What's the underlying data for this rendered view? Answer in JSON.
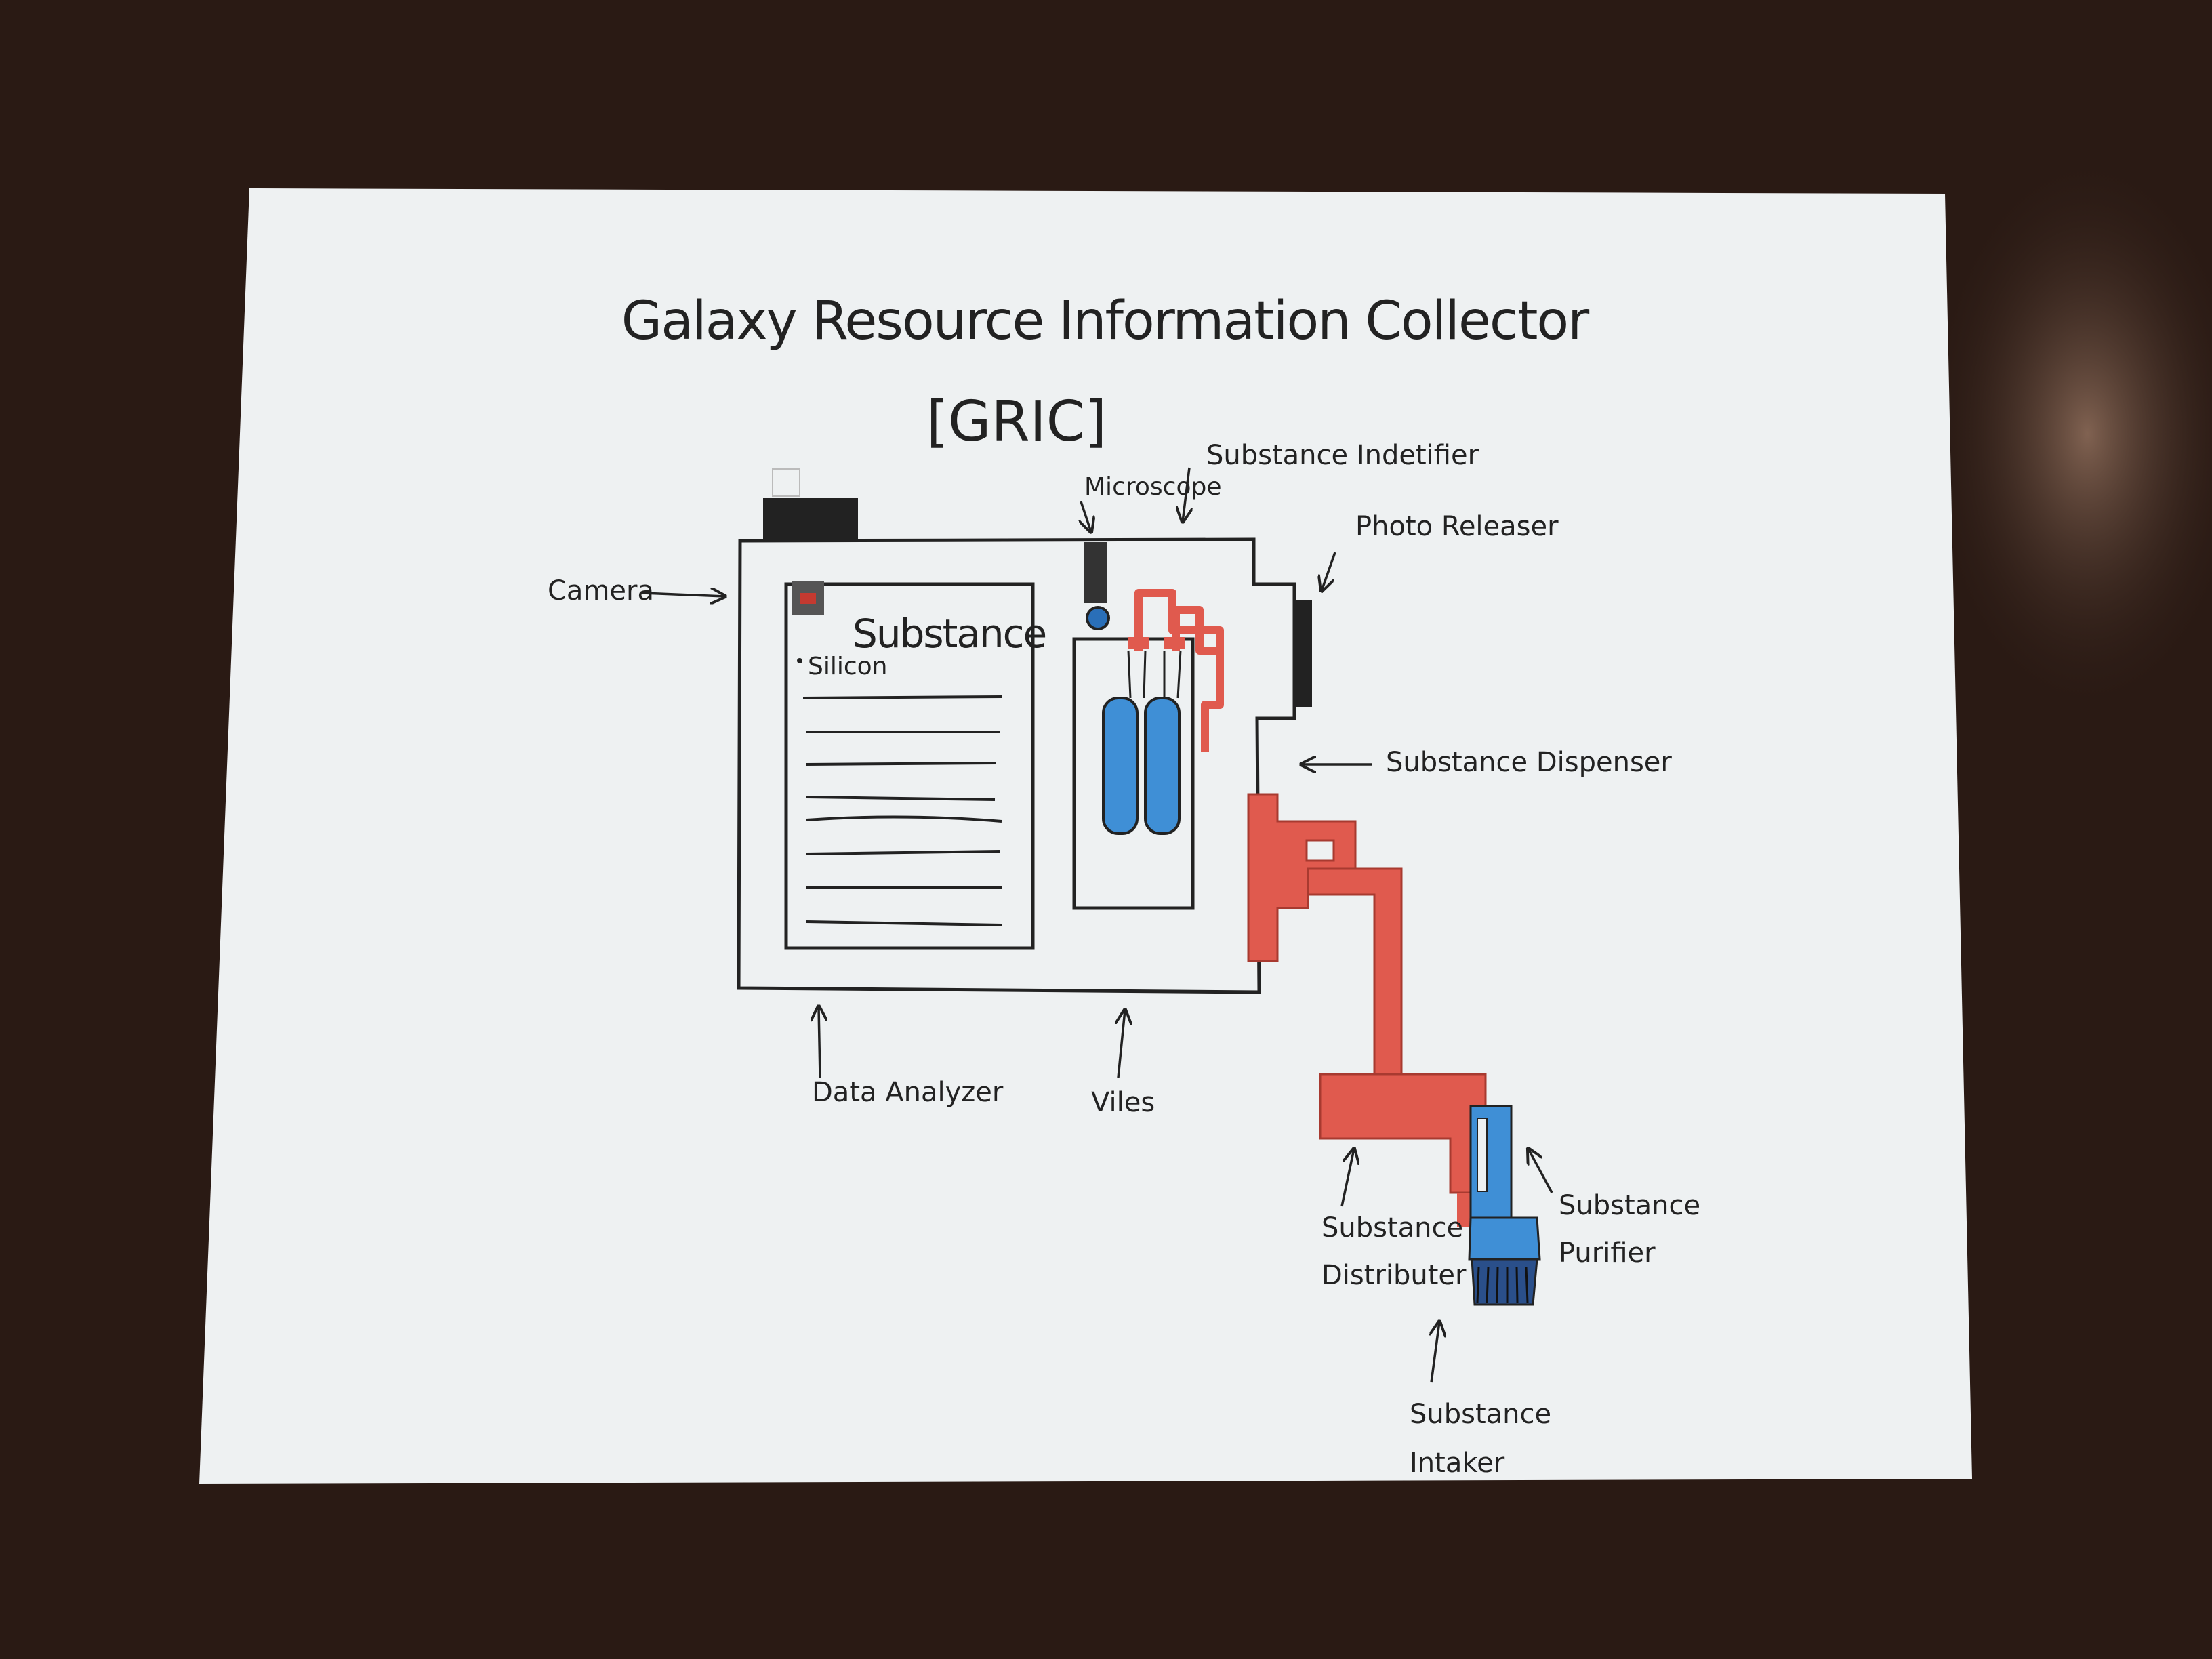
{
  "title": "Galaxy Resource Information Collector",
  "subtitle": "[GRIC]",
  "screen": {
    "heading": "Substance",
    "item": "Silicon"
  },
  "labels": {
    "camera": "Camera",
    "microscope": "Microscope",
    "substance_identifier": "Substance Indetifier",
    "photo_releaser": "Photo Releaser",
    "substance_dispenser": "Substance Dispenser",
    "data_analyzer": "Data Analyzer",
    "viles": "Viles",
    "substance_distributer_1": "Substance",
    "substance_distributer_2": "Distributer",
    "substance_purifier_1": "Substance",
    "substance_purifier_2": "Purifier",
    "substance_intaker_1": "Substance",
    "substance_intaker_2": "Intaker"
  },
  "colors": {
    "table": "#2a1a14",
    "paper": "#eef1f2",
    "ink": "#222222",
    "red": "#e05a4e",
    "blue": "#3f8fd6"
  }
}
